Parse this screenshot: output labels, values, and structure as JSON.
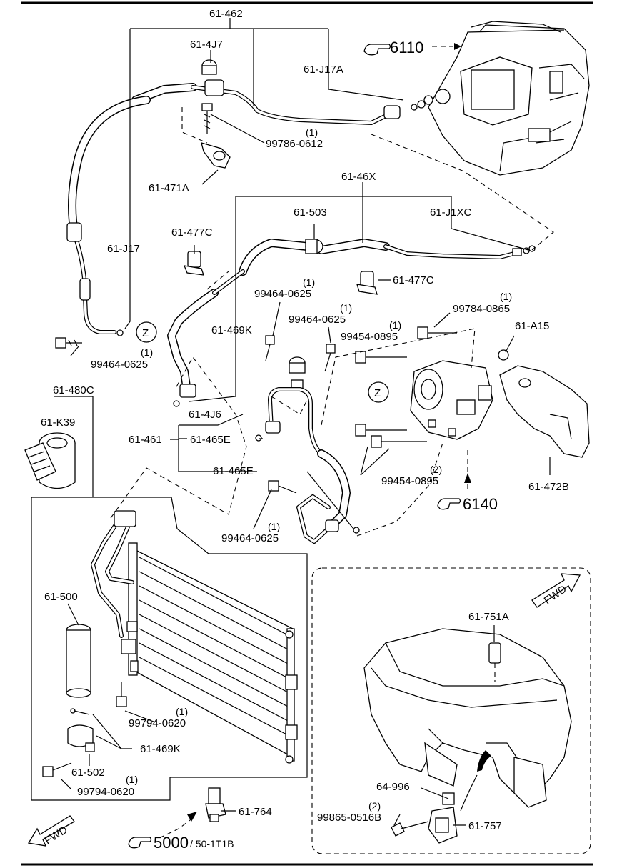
{
  "labels": {
    "l_61_462": "61-462",
    "l_61_4J7": "61-4J7",
    "l_61_J17A": "61-J17A",
    "l_6110": "6110",
    "l_99786_0612": "99786-0612",
    "l_99786_0612_qty": "(1)",
    "l_61_471A": "61-471A",
    "l_61_J17": "61-J17",
    "l_61_46X": "61-46X",
    "l_61_503": "61-503",
    "l_61_J1XC": "61-J1XC",
    "l_61_477C_a": "61-477C",
    "l_61_477C_b": "61-477C",
    "l_99464_0625_a": "99464-0625",
    "l_99464_0625_a_qty": "(1)",
    "l_99464_0625_b": "99464-0625",
    "l_99464_0625_b_qty": "(1)",
    "l_99464_0625_c": "99464-0625",
    "l_99464_0625_c_qty": "(1)",
    "l_99464_0625_d": "99464-0625",
    "l_99464_0625_d_qty": "(1)",
    "l_99784_0865": "99784-0865",
    "l_99784_0865_qty": "(1)",
    "l_99454_0895_a": "99454-0895",
    "l_99454_0895_a_qty": "(1)",
    "l_99454_0895_b": "99454-0895",
    "l_99454_0895_b_qty": "(2)",
    "l_61_A15": "61-A15",
    "l_61_469K_a": "61-469K",
    "l_61_469K_b": "61-469K",
    "l_Z_a": "Z",
    "l_Z_b": "Z",
    "l_61_480C": "61-480C",
    "l_61_K39": "61-K39",
    "l_61_4J6": "61-4J6",
    "l_61_461": "61-461",
    "l_61_465E_a": "61-465E",
    "l_61_465E_b": "61-465E",
    "l_6140": "6140",
    "l_61_472B": "61-472B",
    "l_61_500": "61-500",
    "l_99794_0620_a": "99794-0620",
    "l_99794_0620_a_qty": "(1)",
    "l_99794_0620_b": "99794-0620",
    "l_99794_0620_b_qty": "(1)",
    "l_61_502": "61-502",
    "l_61_751A": "61-751A",
    "l_64_996": "64-996",
    "l_99865_0516B": "99865-0516B",
    "l_99865_0516B_qty": "(2)",
    "l_61_757": "61-757",
    "l_61_764": "61-764",
    "l_5000": "5000",
    "l_50_1T1B": "/ 50-1T1B",
    "fwd_a": "FWD",
    "fwd_b": "FWD"
  },
  "icons": {
    "reference_pointer": "pointing-hand-icon",
    "forward_arrow": "fwd-arrow-icon"
  }
}
